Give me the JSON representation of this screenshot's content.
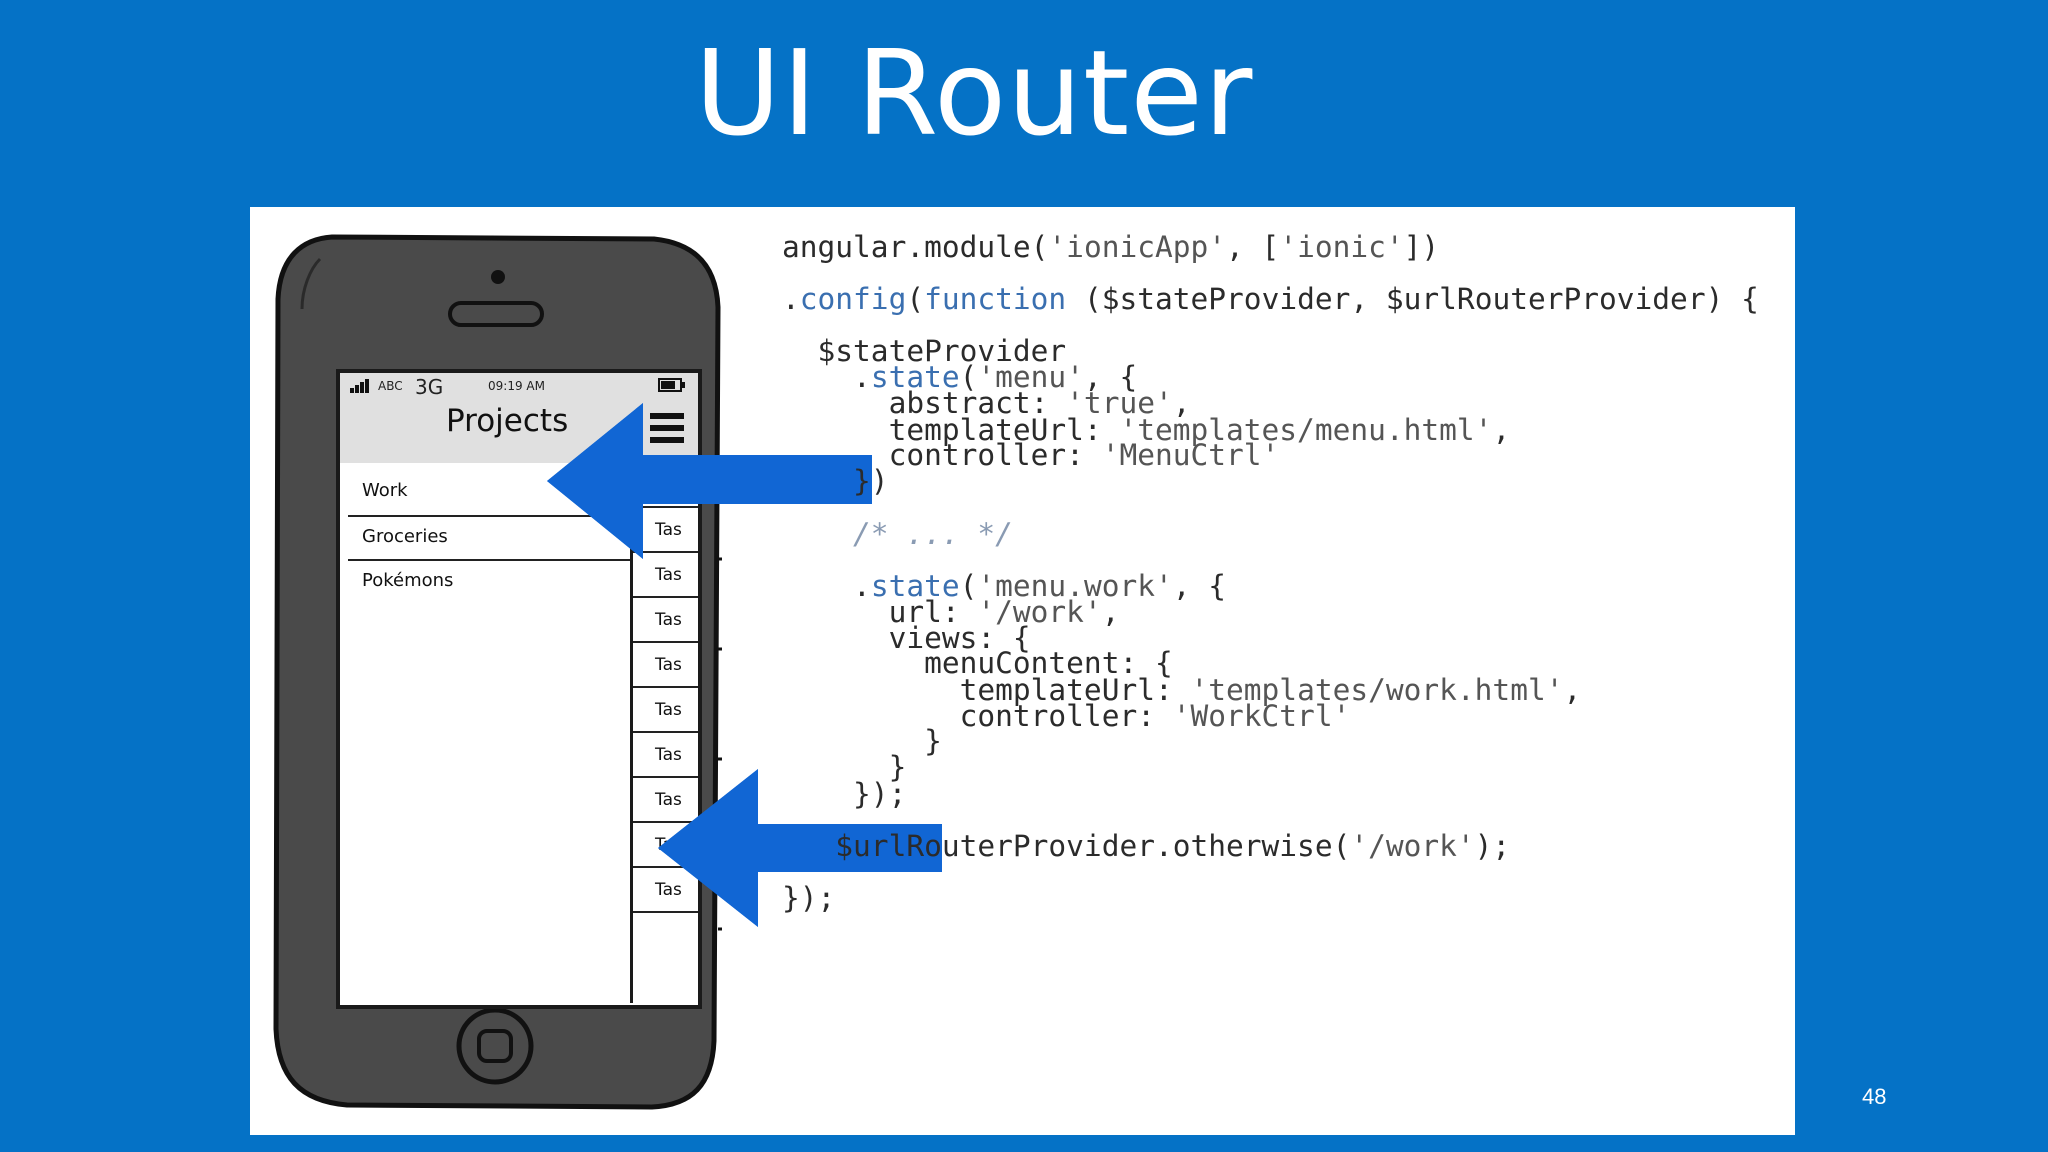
{
  "slide": {
    "title": "UI Router",
    "number": "48"
  },
  "phone": {
    "status": {
      "carrier": "ABC",
      "network": "3G",
      "time": "09:19 AM"
    },
    "header_title": "Projects",
    "list": [
      "Work",
      "Groceries",
      "Pokémons"
    ],
    "task_label": "Tas",
    "task_count": 10
  },
  "code": {
    "lines": [
      [
        [
          "angular.module(",
          ""
        ],
        [
          "'ionicApp'",
          "str"
        ],
        [
          ", [",
          ""
        ],
        [
          "'ionic'",
          "str"
        ],
        [
          "])",
          ""
        ]
      ],
      [],
      [
        [
          ".",
          ""
        ],
        [
          "config",
          "kw"
        ],
        [
          "(",
          ""
        ],
        [
          "function",
          "kw"
        ],
        [
          " ($stateProvider, $urlRouterProvider) {",
          ""
        ]
      ],
      [],
      [
        [
          "  $stateProvider",
          ""
        ]
      ],
      [
        [
          "    .",
          ""
        ],
        [
          "state",
          "kw"
        ],
        [
          "(",
          ""
        ],
        [
          "'menu'",
          "str"
        ],
        [
          ", {",
          ""
        ]
      ],
      [
        [
          "      abstract: ",
          ""
        ],
        [
          "'true'",
          "str"
        ],
        [
          ",",
          ""
        ]
      ],
      [
        [
          "      templateUrl: ",
          ""
        ],
        [
          "'templates/menu.html'",
          "str"
        ],
        [
          ",",
          ""
        ]
      ],
      [
        [
          "      controller: ",
          ""
        ],
        [
          "'MenuCtrl'",
          "str"
        ]
      ],
      [
        [
          "    })",
          ""
        ]
      ],
      [],
      [
        [
          "    ",
          ""
        ],
        [
          "/* ... */",
          "cm"
        ]
      ],
      [],
      [
        [
          "    .",
          ""
        ],
        [
          "state",
          "kw"
        ],
        [
          "(",
          ""
        ],
        [
          "'menu.work'",
          "str"
        ],
        [
          ", {",
          ""
        ]
      ],
      [
        [
          "      url: ",
          ""
        ],
        [
          "'/work'",
          "str"
        ],
        [
          ",",
          ""
        ]
      ],
      [
        [
          "      views: {",
          ""
        ]
      ],
      [
        [
          "        menuContent: {",
          ""
        ]
      ],
      [
        [
          "          templateUrl: ",
          ""
        ],
        [
          "'templates/work.html'",
          "str"
        ],
        [
          ",",
          ""
        ]
      ],
      [
        [
          "          controller: ",
          ""
        ],
        [
          "'WorkCtrl'",
          "str"
        ]
      ],
      [
        [
          "        }",
          ""
        ]
      ],
      [
        [
          "      }",
          ""
        ]
      ],
      [
        [
          "    });",
          ""
        ]
      ],
      [],
      [
        [
          "   $urlRouterProvider.otherwise(",
          ""
        ],
        [
          "'/work'",
          "str"
        ],
        [
          ");",
          ""
        ]
      ],
      [],
      [
        [
          "});",
          ""
        ]
      ]
    ]
  },
  "colors": {
    "background": "#0572c6",
    "arrow": "#1166d4",
    "phone_body": "#4a4a4a"
  },
  "icons": {
    "signal": "signal-bars-icon",
    "battery": "battery-icon",
    "menu": "hamburger-menu-icon",
    "home": "home-button-icon",
    "speaker": "speaker-slot-icon",
    "camera": "camera-icon"
  }
}
